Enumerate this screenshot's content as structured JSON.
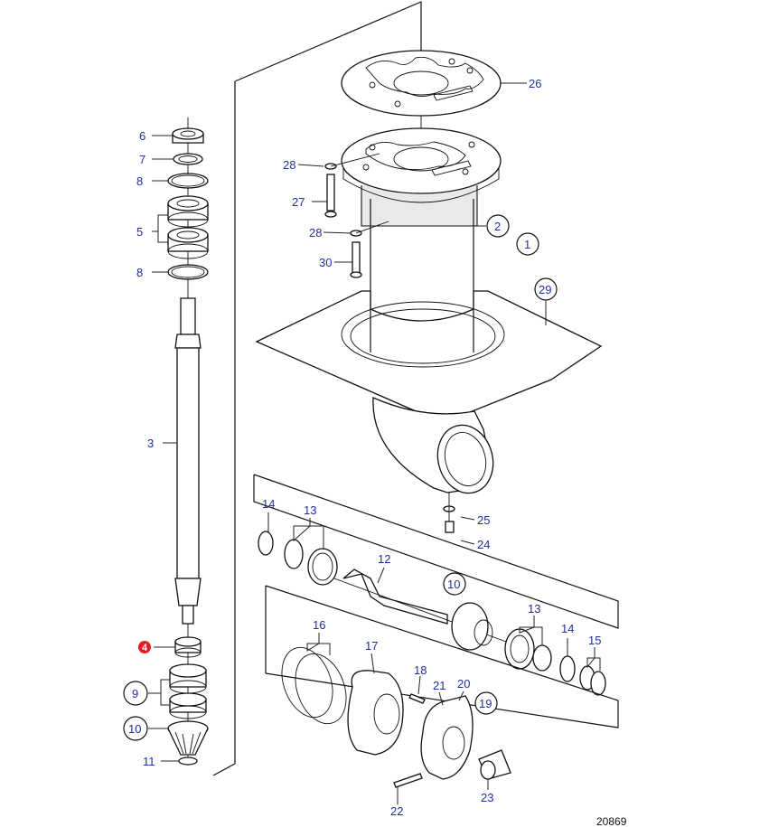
{
  "drawing_number": "20869",
  "callouts": {
    "c1": "1",
    "c2": "2",
    "c3": "3",
    "c4": "4",
    "c5": "5",
    "c6": "6",
    "c7": "7",
    "c8a": "8",
    "c8b": "8",
    "c9": "9",
    "c10a": "10",
    "c10b": "10",
    "c11": "11",
    "c12": "12",
    "c13a": "13",
    "c13b": "13",
    "c14a": "14",
    "c14b": "14",
    "c15": "15",
    "c16": "16",
    "c17": "17",
    "c18": "18",
    "c19": "19",
    "c20": "20",
    "c21": "21",
    "c22": "22",
    "c23": "23",
    "c24": "24",
    "c25": "25",
    "c26": "26",
    "c27": "27",
    "c28a": "28",
    "c28b": "28",
    "c29": "29",
    "c30": "30"
  },
  "highlight_color": "#e02020",
  "callout_color": "#1f2f9e"
}
